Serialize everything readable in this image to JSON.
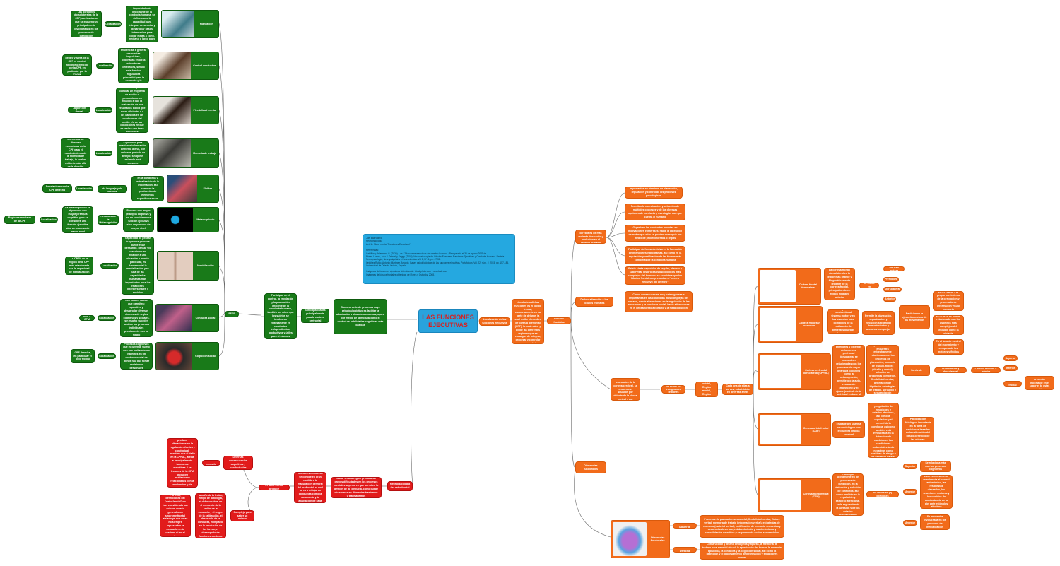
{
  "title": "LAS FUNCIONES EJECUTIVAS",
  "colors": {
    "green": "#187a18",
    "orange": "#f26b1a",
    "red": "#e21b1b",
    "blue": "#29a3dc"
  },
  "info": {
    "text": "Joel Baz Valero\nNeuropsicología\nAct. 1 - Mapa mental \"Funciones Ejecutivas\"\n\nReferencias:\nCatrillón y Belarmino, G. (2020). Las 12 funciones ejecutivas del cerebro humano. (Recuperado el 30 de agosto 2021 de ...\nFlores-Lázaro, Julio & Ostrosky, Feggy. (2008). Neuropsicología de Lóbulos Frontales, Funciones Ejecutivas y Conducta Humana. Revista Neuropsicología, Neuropsiquiatría y Neurociencias. Vol 8, Nº. 1, pp. 47-58.\nOrdóñez Rubio, Antonio; Martínez, Antonio. Bases psicobiológicas de las funciones ejecutivas. Portafolium, Vol. 22, núm. 2, 2015, pp. 157-184. Universidad de Oviedo, Oviedo, España.\n\nImágenes de funciones ejecutivas obtenidas de: istockphoto.com y unsplash.com\nImágenes de lóbulos frontales obtenidas de Flores y Ostrosky, 2008."
  },
  "left": {
    "hub": "FFEE",
    "intro": "Participan en el control, la regulación y la planeación eficiente de la conducta humana, también permiten que los sujetos se involucren exitosamente en conductas independientes, productivas y útiles para sí mismos",
    "definition": "Son capacidades principalmente para la corteza prefrontal",
    "objective": "Son una serie de procesos cuyo principal objetivo es facilitar la adaptación a situaciones nuevas, opera por medio de la modulación o el control de habilidades cognitivas más básicas",
    "loc_label": "Localización",
    "branches": [
      {
        "name": "Planeación",
        "desc": "Capacidad más importante de la conducta humana, se define como la capacidad para integrar, secuenciar y desarrollar pasos intermedios para lograr metas a corto, mediano o largo plazo",
        "loc": "Las porciones dorsolaterales de la CPF, son las áreas que se encuentran principalmente involucradas en los procesos de planeación"
      },
      {
        "name": "Control conductual",
        "desc": "Permite retrasar las tendencias a generar respuestas impulsivas, originadas en otras estructuras cerebrales, siendo esta función reguladora primordial para la conducta y la atención",
        "loc": "Se ilustra a cabo dentro y fuera de la CPF, el control inhibitorio ejercido por la CPF, en particular por la CPOM"
      },
      {
        "name": "Flexibilidad mental",
        "desc": "Capacidad para cambiar un esquema de acción o pensamiento en relación a que la evaluación de sus resultados indica que no es eficiente, o a los cambios en las condiciones del medio y/o de las condiciones en que se realiza una tarea específica",
        "loc": "La porción dorsal"
      },
      {
        "name": "Memoria de trabajo",
        "desc": "Capacidad para mantener información de forma activa, por un breve período de tiempo, sin que el estímulo esté presente",
        "loc": "Existe participación diferencial de diversas estructuras de la CPF para el mantenimiento de la memoria de trabajo, lo cual es evidente más allá de la división ventral-dorsal"
      },
      {
        "name": "Fluidez",
        "desc": "Velocidad y precisión en la búsqueda y actualización de la información, así como en la producción de elementos específicos en un tiempo eficiente",
        "loc": "Pueden ser: Fluidez de lenguaje y de diseños",
        "loc2": "Se relaciona con la CPF derecha"
      },
      {
        "name": "Metacognición",
        "desc": "Proceso con mayor jerarquía cognitiva y no se considera una función ejecutiva sino un proceso de mayor nivel",
        "loc": "Relacionado la Metacognición",
        "loc2": "La metacognición es el proceso con mayor jerarquía cognitiva y no se considera una función ejecutiva sino un proceso de mayor nivel",
        "loc3": "Regiones mediales de la CPF"
      },
      {
        "name": "Mentalización",
        "desc": "Capacidad de pensar lo que otra persona puede estar pensando, pensar y/o reaccionar en relación a una situación o evento particular, es fundamental la mentalización y es una de las capacidades humanas más importantes para las relaciones interpersonales y sociales",
        "loc": "La CPFM es la región de la CPF más relacionada con la capacidad de mentalización"
      },
      {
        "name": "Conducta social",
        "desc": "Los sólo es tareas que permiten: operativo y desarrollar diversos sistemas de reglas cognitivas y sociales, sin mucho suceden adultos los procesos individuales propiamente con su medio",
        "loc": "CDF y CPM"
      },
      {
        "name": "Cognición social",
        "desc": "Procesos cognitivos que incluyen al sujeto con sus motivaciones y afectos en un contexto social de donde hay que tomar decisiones personales",
        "loc": "CPF derecha, en particular el polo frontal"
      }
    ]
  },
  "right": {
    "main": "Localización de las funciones ejecutivas",
    "region": "La región cerebral que más se ha vinculado a dichas funciones es el lóbulo frontal, concretamente en su parte de delante, la cual recibe el nombre de corteza prefrontal (CPF), la cual reúne y dirige las diferentes regiones que se encargan de integrar, procesar y controlar gran parte de la información",
    "lobulos": "Lóbulos frontales",
    "intro1": "Son las estructuras cerebrales de más reciente desarrollo y evolución en el cerebro humano",
    "intro1_items": [
      "Importantes en términos de planeación, regulación y control de los procesos psicológicos",
      "Permiten la coordinación y selección de múltiples procesos y de las diversas opciones de conducta y estrategias con que cuenta el humano",
      "Organizan las conductas basadas en motivaciones e intereses, hacia la obtención de metas que sólo se pueden conseguir por medio de procedimientos o reglas",
      "Participan de forma decisiva en la formación de intenciones y programas, así como en la regulación y verificación de las formas más complejas de la conducta humana",
      "Existe cierta capacidad de regular, planear y supervisar los procesos psicológicos más complejos del humano, se considera que los lóbulos frontales representan el \"centro ejecutivo del cerebro\""
    ],
    "alterations": "Daño o alteración a los lóbulos frontales",
    "alterations_text": "Causa consecuencias muy heterogéneas e importantes en las conductas más complejas del humano, desde alteraciones en la regulación de las emociones y la conducta social, hasta alteraciones en el pensamiento abstracto y la metacognición",
    "division_intro": "Los lóbulos frontales son los mecanismos más avanzados de la corteza cerebral, se encuentran situados por delante de la cisura central y por encima de la cisura lateral",
    "division_label": "Se divide en tres grandes regiones",
    "division_region": "Región orbital, Región medial, Región dorsolateral",
    "division_sub": "Cada una de ellas a su vez, subdividida en diversas áreas",
    "cortex": [
      {
        "name": "Corteza frontal dorsolateral",
        "desc": "La corteza frontal dorsolateral es la región más grande y filogenéticamente reciente de la corteza frontal, principalmente en región medial y anterior",
        "label": "Se divide en",
        "subs": [
          "Corteza motora",
          "Premotora",
          "Dorsolateral",
          "Anterior"
        ]
      },
      {
        "name": "Corteza motora y premotora",
        "desc": "Participa en la conducción al sistema motor, y en los aspectos más complejos de la realización de diferentes pruebas del cuerpo",
        "desc2": "Permite la planeación, organización y ejecución secuencial de movimientos y acciones complejas",
        "desc3": "Participa en la ejecución motora de los movimientos",
        "subs": [
          "En El espejo y al propio movimiento de la percepción y procesado de información visual compleja",
          "En el área de Broca, relacionada con los aspectos más complejos del lenguaje como la sintaxis",
          "En el área de control del movimiento y compleja de los motores y fluidos"
        ]
      },
      {
        "name": "Corteza prefrontal dorsolateral (CPFDL)",
        "desc": "Las porciones más anteriores y externas de la corteza prefrontal dorsolateral se encuentran relacionadas con los procesos de mayor jerarquía cognitiva como la metacognición, permitiendo la auto-evaluación (monitoreo) y el ajuste (control) de la actividad en base al desempeño continuo",
        "desc2": "La porción dorsal se encuentra estrechamente relacionada con los procesos de planeación, memoria de trabajo, fluidez (diseño y verbal), solución de problemas complejos, flexibilidad mental, generación de hipótesis, estrategias de trabajo, seriación y secuenciación",
        "label": "Se divide",
        "label2": "Ventrolateral y dorsolateral",
        "label3": "Porción anterior e inferior",
        "subs": [
          "Superior",
          "Inferior",
          "Polo frontal"
        ],
        "polo": "Se considera el área más importante en el soporte de estas capacidades"
      },
      {
        "name": "Corteza orbitofrontal (COF)",
        "desc": "Es parte del sistema neurobiológico con estructura límbica cerebral",
        "desc2": "Su función principal es el procesamiento y regulación de emociones y estados afectivos, así como la regulación y el control de la conducta, así como también está involucrada en la detección de cambios en las condiciones ambientales tanto negativas como positivas de riesgo o de beneficio para el sujeto",
        "desc3": "Participación fisiológica importante en la toma de decisiones basadas en la estimación del riesgo-beneficio de las mismas"
      },
      {
        "name": "Corteza frontomedial (CFM)",
        "desc": "Participa activamente en los procesos de inhibición, en la detección y solución de conflictos, así como también en la regulación y esfuerzo atencional, en la regulación de la agresión y de los estados motivacionales",
        "label": "Se divide en (3) porciones",
        "subs": [
          {
            "k": "Superior",
            "v": "Se relaciona más con los procesos cognitivos"
          },
          {
            "k": "Anterior",
            "v": "Está estrechamente relacionada al control autonómico, las respuestas viscerales, las reacciones motoras y los cambios de conductancia de la piel ante estímulos afectivos"
          },
          {
            "k": "Anterior",
            "v": "Se encuentra involucrada en los procesos de mentalización"
          }
        ]
      }
    ],
    "diff_label": "Diferencias funcionales",
    "diff": [
      {
        "k": "La CPF izquierda",
        "v": "Procesos de planeación secuencial, flexibilidad mental, fluidez verbal, memoria de trabajo (información verbal), estrategias de memoria (material verbal), codificación de memoria semántica y secuencias inversas, establecimiento y mantenimiento y consolidación de estilos y esquemas de acción secuenciales"
      },
      {
        "k": "La CPF Derecha",
        "v": "Construcción y diseño de objetos y figuras, la memoria de trabajo para material visual, la apreciación del humor, la memoria episódica, la conducta y la cognición social, así como la detección y el procesamiento de información y situaciones nuevas"
      }
    ]
  },
  "bottom": {
    "neuro": "Neuropsicología del daño frontal",
    "neuro_text": "Dañar en una región provocarán gravés dificultades en los procesos mentales superiores que permiten la gestión de la conducta, como puede observarse en diferentes trastornos y traumatismos",
    "dev": "El desarrollo de las funciones ejecutivas se conoce en gran medida a la maduración cerebral del prefrontal, el cual se va a reflejar en conductas como la autonomía y la adaptación de cada adulto",
    "syndrome": "El daño frontal produce",
    "ej": "Por ejemplo",
    "ej_text": "Diversas consecuencias cognitivas y conductuales",
    "ej_long": "El daño en la CDF produce alteraciones en la regulación afectiva y conductual, mientras que el daño en la CPFDL, afecta a principalmente funciones ejecutivas. Las lesiones de la CFM producen mutilaciones relacionadas con la motivación y de mentalización",
    "complex": "Complejo para saber su abierto",
    "complex_long": "La variabilidad del tamaño de la lesión, el tipo de patología, el daño cerebral en el momento de la lesión de la conducta y el origen de la calibración, el desarrollo de la conducta, el impacto en la resolución de las tareas, el desempeño de funciones contexto clínico",
    "final": "Por esta, definiciones del \"daño frontal\" no han considerado tan solo un estado general o un síndrome frontal aislado ya que estas no siempre representan la conducta en la realidad ni en el futuro"
  }
}
